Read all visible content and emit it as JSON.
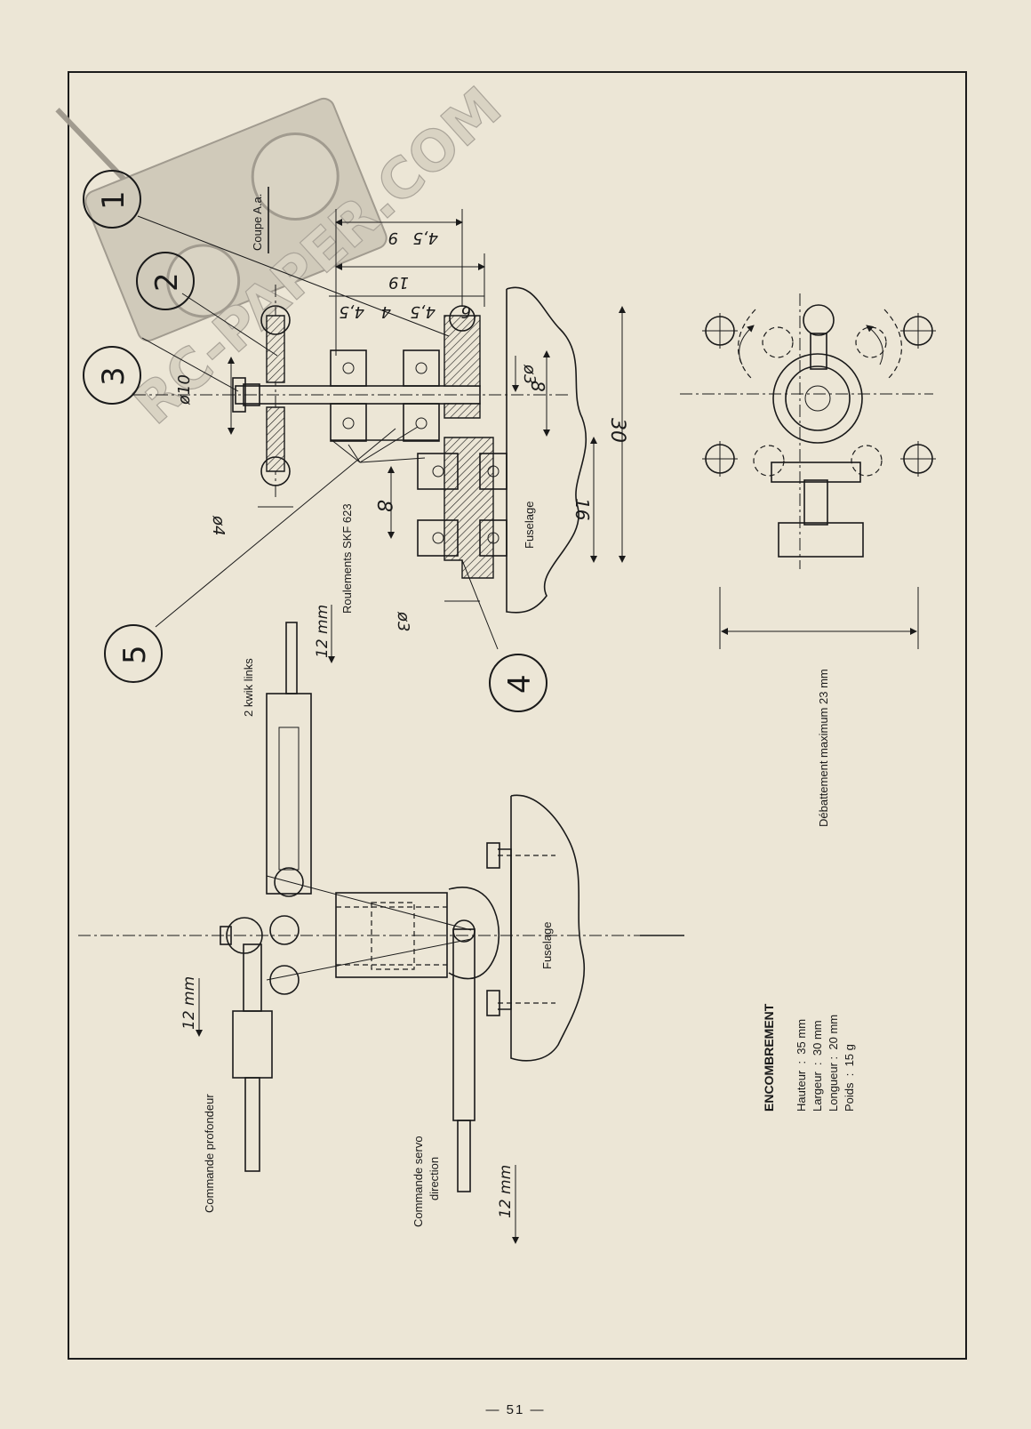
{
  "page_number": "— 51 —",
  "callouts": [
    "1",
    "2",
    "3",
    "4",
    "5"
  ],
  "labels": {
    "section": "Coupe A.a.",
    "bearings": "Roulements SKF 623",
    "fuselage_top": "Fuselage",
    "fuselage_bottom": "Fuselage",
    "kwik_links": "2 kwik links",
    "cmd_profondeur": "Commande profondeur",
    "cmd_servo_1": "Commande servo",
    "cmd_servo_2": "direction",
    "debattement": "Débattement maximum 23 mm"
  },
  "dimensions": {
    "d45_top": "4,5",
    "d9": "9",
    "d19": "19",
    "d45_a": "4,5",
    "d4": "4",
    "d45_b": "4,5",
    "d6": "6",
    "phi10": "ø10",
    "phi3_top": "ø3",
    "d8_top": "8",
    "d30": "30",
    "d16": "16",
    "d8_mid": "8",
    "phi4": "ø4",
    "phi3_bottom": "ø3",
    "mm12_a": "12 mm",
    "mm12_b": "12 mm",
    "mm12_c": "12 mm"
  },
  "encombrement": {
    "title": "ENCOMBREMENT",
    "rows": [
      "Hauteur  :  35 mm",
      "Largeur  :  30 mm",
      "Longueur :  20 mm",
      "Poids  :  15 g"
    ]
  },
  "watermark": "RC-PAPER.COM"
}
